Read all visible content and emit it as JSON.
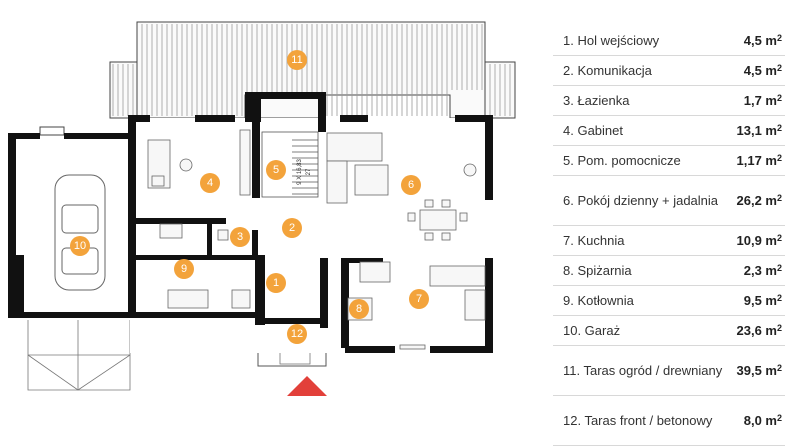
{
  "plan": {
    "stair_label_1": "9 X 16,83",
    "stair_label_2": "27",
    "markers": [
      {
        "num": "1",
        "room": "Hol wejściowy"
      },
      {
        "num": "2",
        "room": "Komunikacja"
      },
      {
        "num": "3",
        "room": "Łazienka"
      },
      {
        "num": "4",
        "room": "Gabinet"
      },
      {
        "num": "5",
        "room": "Pom. pomocnicze"
      },
      {
        "num": "6",
        "room": "Pokój dzienny + jadalnia"
      },
      {
        "num": "7",
        "room": "Kuchnia"
      },
      {
        "num": "8",
        "room": "Spiżarnia"
      },
      {
        "num": "9",
        "room": "Kotłownia"
      },
      {
        "num": "10",
        "room": "Garaż"
      },
      {
        "num": "11",
        "room": "Taras ogród / drewniany"
      },
      {
        "num": "12",
        "room": "Taras front / betonowy"
      }
    ],
    "colors": {
      "marker": "#f3a33b",
      "wall": "#111111",
      "entrance_arrow": "#e2403a"
    }
  },
  "legend": {
    "unit": "m²",
    "rooms": [
      {
        "name": "1. Hol wejściowy",
        "area": "4,5"
      },
      {
        "name": "2. Komunikacja",
        "area": "4,5"
      },
      {
        "name": "3. Łazienka",
        "area": "1,7"
      },
      {
        "name": "4. Gabinet",
        "area": "13,1"
      },
      {
        "name": "5. Pom. pomocnicze",
        "area": "1,17"
      },
      {
        "name": "6. Pokój dzienny + jadalnia",
        "area": "26,2"
      },
      {
        "name": "7. Kuchnia",
        "area": "10,9"
      },
      {
        "name": "8. Spiżarnia",
        "area": "2,3"
      },
      {
        "name": "9. Kotłownia",
        "area": "9,5"
      },
      {
        "name": "10. Garaż",
        "area": "23,6"
      },
      {
        "name": "11. Taras ogród / drewniany",
        "area": "39,5"
      },
      {
        "name": "12. Taras front / betonowy",
        "area": "8,0"
      }
    ]
  }
}
